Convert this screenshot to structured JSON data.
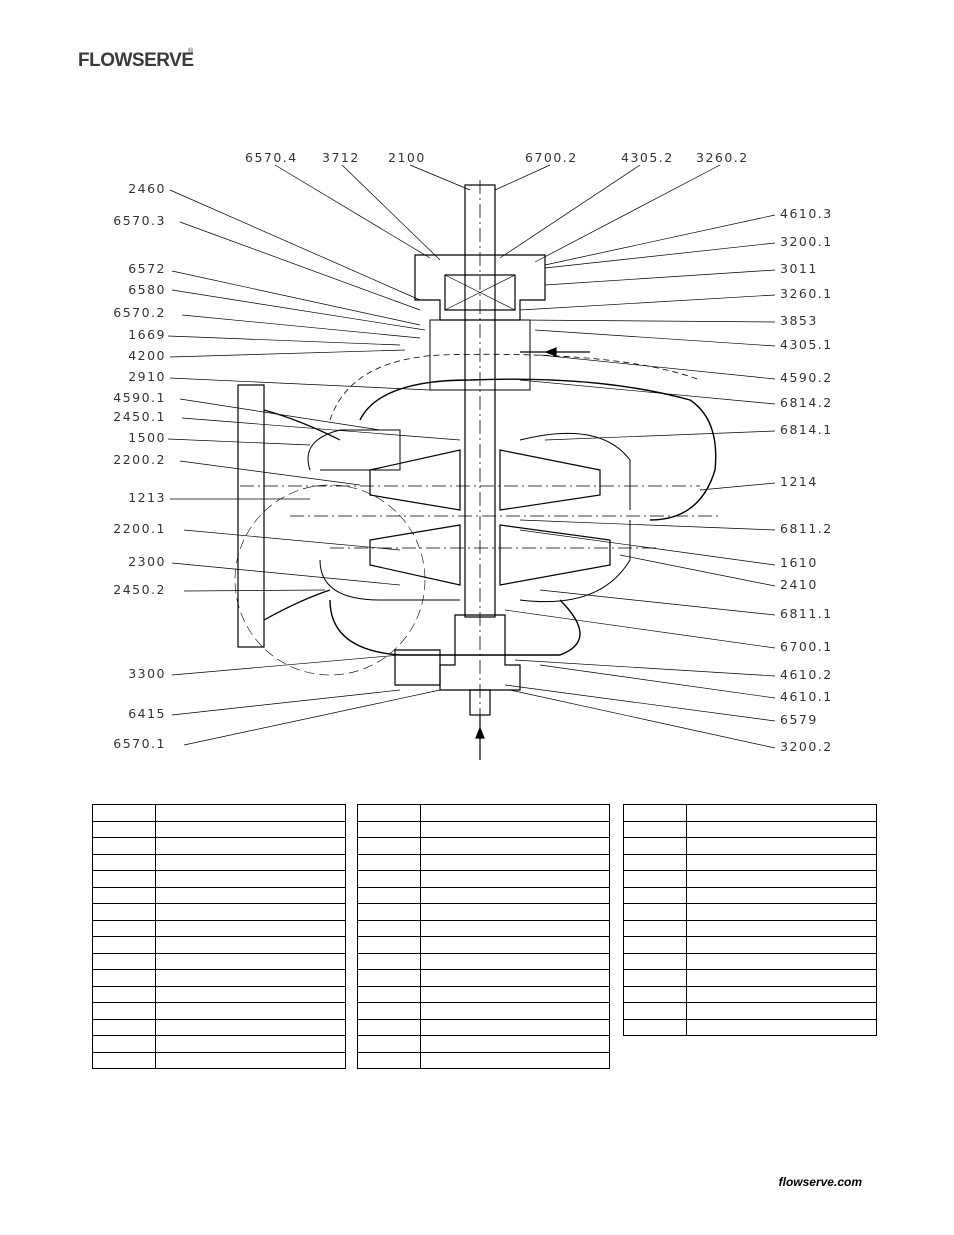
{
  "brand": {
    "logo_text": "FLOWSERVE",
    "registered_mark": "®"
  },
  "drawing": {
    "labels_top": [
      "6570.4",
      "3712",
      "2100",
      "6700.2",
      "4305.2",
      "3260.2"
    ],
    "labels_left": [
      "2460",
      "6570.3",
      "6572",
      "6580",
      "6570.2",
      "1669",
      "4200",
      "2910",
      "4590.1",
      "2450.1",
      "1500",
      "2200.2",
      "1213",
      "2200.1",
      "2300",
      "2450.2",
      "3300",
      "6415",
      "6570.1"
    ],
    "labels_right": [
      "4610.3",
      "3200.1",
      "3011",
      "3260.1",
      "3853",
      "4305.1",
      "4590.2",
      "6814.2",
      "6814.1",
      "1214",
      "6811.2",
      "1610",
      "2410",
      "6811.1",
      "6700.1",
      "4610.2",
      "4610.1",
      "6579",
      "3200.2"
    ]
  },
  "parts_tables": [
    {
      "rows": [
        [
          "",
          ""
        ],
        [
          "",
          ""
        ],
        [
          "",
          ""
        ],
        [
          "",
          ""
        ],
        [
          "",
          ""
        ],
        [
          "",
          ""
        ],
        [
          "",
          ""
        ],
        [
          "",
          ""
        ],
        [
          "",
          ""
        ],
        [
          "",
          ""
        ],
        [
          "",
          ""
        ],
        [
          "",
          ""
        ],
        [
          "",
          ""
        ],
        [
          "",
          ""
        ],
        [
          "",
          ""
        ],
        [
          "",
          ""
        ]
      ]
    },
    {
      "rows": [
        [
          "",
          ""
        ],
        [
          "",
          ""
        ],
        [
          "",
          ""
        ],
        [
          "",
          ""
        ],
        [
          "",
          ""
        ],
        [
          "",
          ""
        ],
        [
          "",
          ""
        ],
        [
          "",
          ""
        ],
        [
          "",
          ""
        ],
        [
          "",
          ""
        ],
        [
          "",
          ""
        ],
        [
          "",
          ""
        ],
        [
          "",
          ""
        ],
        [
          "",
          ""
        ],
        [
          "",
          ""
        ],
        [
          "",
          ""
        ]
      ]
    },
    {
      "rows": [
        [
          "",
          ""
        ],
        [
          "",
          ""
        ],
        [
          "",
          ""
        ],
        [
          "",
          ""
        ],
        [
          "",
          ""
        ],
        [
          "",
          ""
        ],
        [
          "",
          ""
        ],
        [
          "",
          ""
        ],
        [
          "",
          ""
        ],
        [
          "",
          ""
        ],
        [
          "",
          ""
        ],
        [
          "",
          ""
        ],
        [
          "",
          ""
        ],
        [
          "",
          ""
        ]
      ]
    }
  ],
  "footer": {
    "url": "flowserve.com"
  }
}
